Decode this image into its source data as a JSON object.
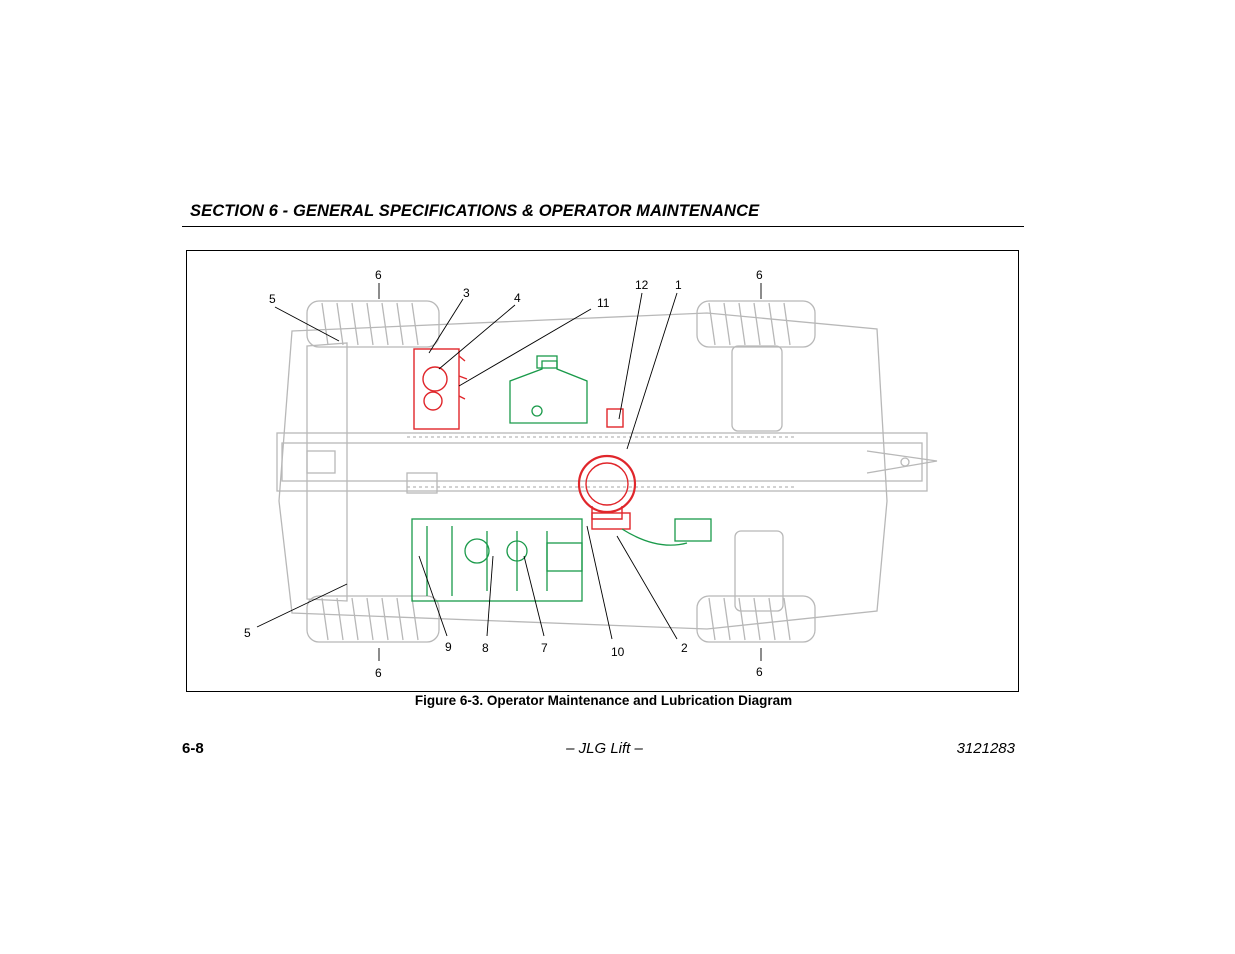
{
  "header": {
    "title": "SECTION 6 - GENERAL SPECIFICATIONS & OPERATOR MAINTENANCE"
  },
  "figure": {
    "caption": "Figure 6-3. Operator Maintenance and Lubrication Diagram",
    "callouts": [
      "6",
      "5",
      "3",
      "4",
      "11",
      "12",
      "1",
      "6",
      "5",
      "6",
      "9",
      "8",
      "7",
      "10",
      "2",
      "6"
    ],
    "colors": {
      "outline": "#b8b8b8",
      "lube_points": "#e0262b",
      "maintenance_points": "#1a9a4a"
    }
  },
  "footer": {
    "page_number": "6-8",
    "publisher": "– JLG Lift –",
    "doc_number": "3121283"
  }
}
